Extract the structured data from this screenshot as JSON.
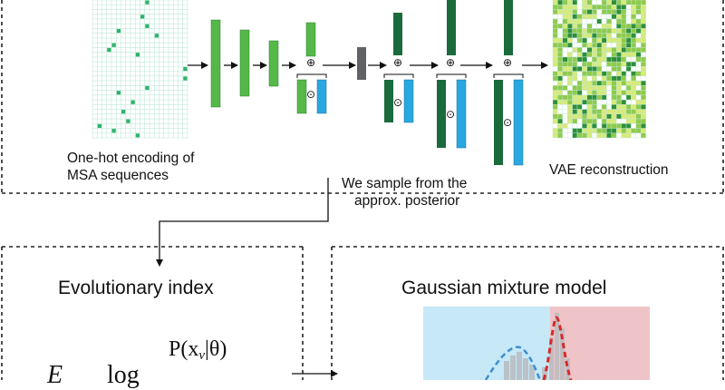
{
  "top_panel": {
    "input_label_line1": "One-hot encoding of",
    "input_label_line2": "MSA sequences",
    "sample_label_line1": "We sample from the",
    "sample_label_line2": "approx. posterior",
    "output_label": "VAE reconstruction",
    "operator_add": "⊕",
    "operator_mul": "⊙"
  },
  "left_panel": {
    "title": "Evolutionary index",
    "formula_E": "E",
    "formula_log": "log",
    "formula_numerator": "P(x",
    "formula_numerator_sub": "v",
    "formula_numerator_rest": "|θ)"
  },
  "right_panel": {
    "title": "Gaussian mixture model"
  },
  "colors": {
    "grid_line": "#bfe8d8",
    "input_cell": "#2db36a",
    "encoder_green": "#55b848",
    "sample_gray": "#5f6366",
    "decoder_dark_green": "#1a6b3c",
    "sigma_blue": "#29a8e0",
    "recon_light": "#d7ea7a",
    "recon_mid": "#8fca4e",
    "recon_dark": "#2f8f3b",
    "gmm_blue_region": "#c6e8f7",
    "gmm_red_region": "#efc4c8",
    "gmm_dashed_red": "#d62a2a",
    "gmm_dashed_blue": "#3a8fd0"
  }
}
